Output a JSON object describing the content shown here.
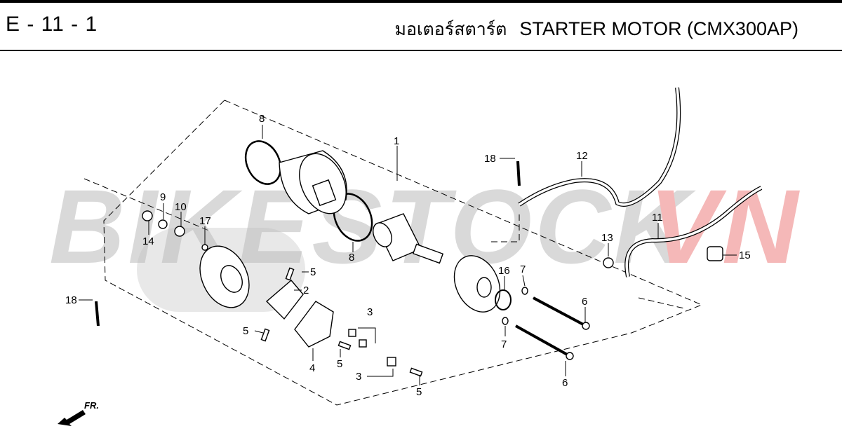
{
  "header": {
    "page_code": "E - 11 - 1",
    "title_thai": "มอเตอร์สตาร์ต",
    "title_en": "STARTER MOTOR (CMX300AP)"
  },
  "watermark": {
    "text_main": "BIKESTOCK",
    "text_accent": "VN",
    "main_color": "#d9d9d9",
    "accent_color": "#f5b8b8"
  },
  "direction_marker": {
    "label": "FR."
  },
  "callouts": [
    "1",
    "2",
    "3",
    "3",
    "4",
    "5",
    "5",
    "5",
    "5",
    "5",
    "6",
    "6",
    "7",
    "7",
    "8",
    "8",
    "9",
    "10",
    "11",
    "12",
    "13",
    "14",
    "15",
    "16",
    "17",
    "18",
    "18"
  ]
}
